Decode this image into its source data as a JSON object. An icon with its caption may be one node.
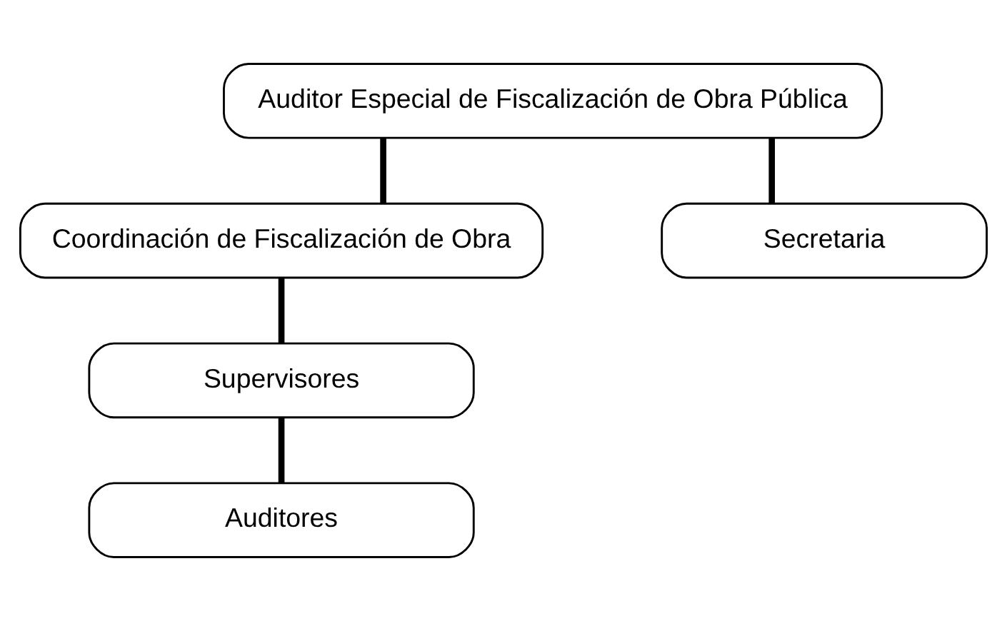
{
  "diagram": {
    "nodes": [
      {
        "text": [
          "Auditor Especial de Fiscalización de Obra Pública"
        ]
      },
      {
        "text": [
          "Secretaria"
        ]
      },
      {
        "text": [
          "Coordinación de Fiscalización de Obra"
        ]
      },
      {
        "text": [
          "Supervisores"
        ]
      },
      {
        "text": [
          "Auditores"
        ]
      }
    ],
    "edges": [
      {
        "from": 0,
        "to": 1,
        "arrow": "none"
      },
      {
        "from": 0,
        "to": 2,
        "arrow": "none"
      },
      {
        "from": 2,
        "to": 3,
        "arrow": "none"
      },
      {
        "from": 3,
        "to": 4,
        "arrow": "none"
      }
    ]
  }
}
